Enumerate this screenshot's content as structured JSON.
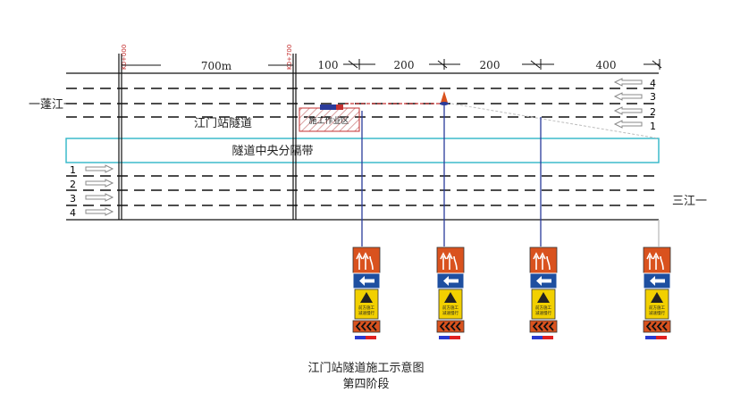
{
  "diagram": {
    "caption_line1": "江门站隧道施工示意图",
    "caption_line2": "第四阶段",
    "left_direction": "一蓬江一",
    "right_direction": "三江一",
    "tunnel_name": "江门站隧道",
    "median_label": "隧道中央分隔带",
    "work_zone_label": "施工作业区",
    "distance_main": "700m",
    "distances": [
      "100",
      "200",
      "200",
      "400"
    ],
    "stake_left": "K0+000",
    "stake_right": "K0+700",
    "upper_lanes": [
      "4",
      "3",
      "2",
      "1"
    ],
    "lower_lanes": [
      "1",
      "2",
      "3",
      "4"
    ],
    "sign_text": "前方施工 减速慢行",
    "colors": {
      "median": "#2fb6c8",
      "sign_orange": "#d9521e",
      "sign_blue": "#1e4fa0",
      "sign_yellow": "#f2d000",
      "pole": "#2a3b9a",
      "work_zone": "#c53030"
    }
  }
}
